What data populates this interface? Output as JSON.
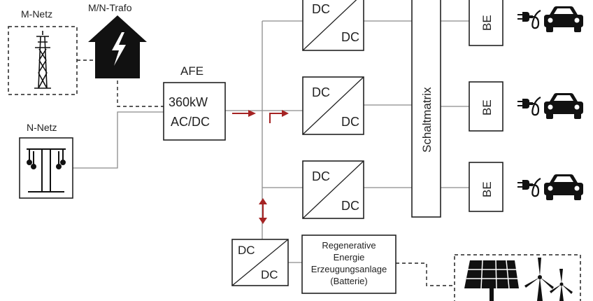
{
  "nodes": {
    "m_netz": "M-Netz",
    "trafo": "M/N-Trafo",
    "n_netz": "N-Netz",
    "afe": {
      "title": "AFE",
      "power": "360kW",
      "type": "AC/DC"
    },
    "dc_converters": [
      {
        "in": "DC",
        "out": "DC"
      },
      {
        "in": "DC",
        "out": "DC"
      },
      {
        "in": "DC",
        "out": "DC"
      },
      {
        "in": "DC",
        "out": "DC"
      }
    ],
    "schaltmatrix": "Schaltmatrix",
    "be_units": [
      "BE",
      "BE",
      "BE"
    ],
    "regenerative": {
      "line1": "Regenerative",
      "line2": "Energie",
      "line3": "Erzeugungsanlage",
      "line4": "(Batterie)"
    }
  },
  "icons": [
    "power-pylon-icon",
    "transformer-house-icon",
    "distribution-pole-icon",
    "ev-charger-plug-icon",
    "car-icon",
    "solar-panel-icon",
    "wind-turbine-icon"
  ],
  "colors": {
    "line": "#8c8c8c",
    "arrow": "#a52323",
    "ink": "#111111"
  }
}
